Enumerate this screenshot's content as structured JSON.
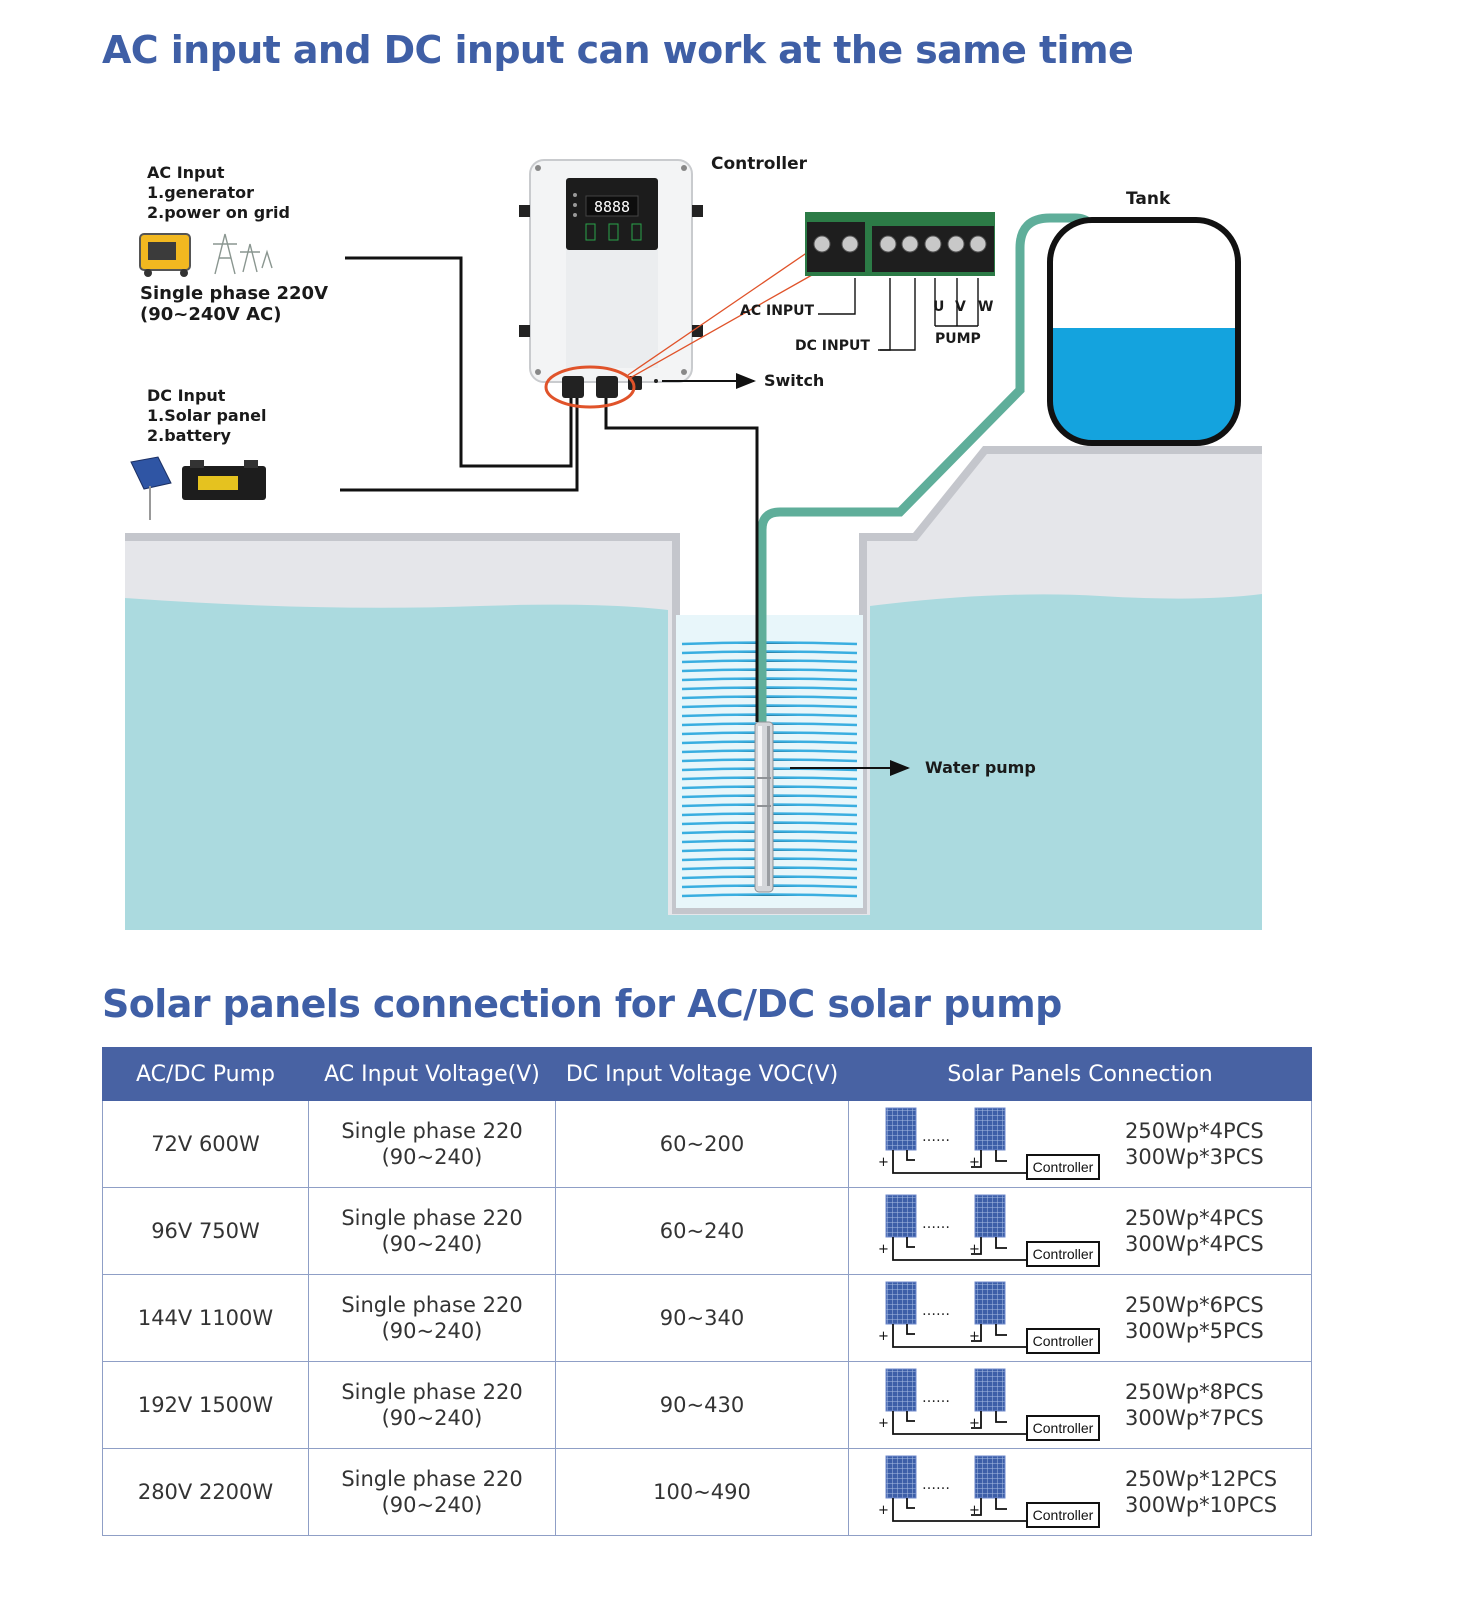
{
  "titles": {
    "top": "AC input and DC input can work at the same time",
    "table": "Solar panels connection for AC/DC solar pump"
  },
  "diagram": {
    "ac_input": {
      "heading": "AC Input",
      "item1": "1.generator",
      "item2": "2.power on grid",
      "spec_line1": "Single phase 220V",
      "spec_line2": "(90~240V AC)"
    },
    "dc_input": {
      "heading": "DC Input",
      "item1": "1.Solar panel",
      "item2": "2.battery"
    },
    "controller": "Controller",
    "display": "8888",
    "terminal_labels": {
      "ac": "AC INPUT",
      "dc": "DC INPUT",
      "u": "U",
      "v": "V",
      "w": "W",
      "pump": "PUMP"
    },
    "switch": "Switch",
    "tank": "Tank",
    "water_pump": "Water pump"
  },
  "table": {
    "headers": [
      "AC/DC Pump",
      "AC Input Voltage(V)",
      "DC Input Voltage VOC(V)",
      "Solar Panels Connection"
    ],
    "rows": [
      {
        "pump": "72V 600W",
        "ac_line1": "Single phase 220",
        "ac_line2": "(90~240)",
        "dc": "60~200",
        "cfg1": "250Wp*4PCS",
        "cfg2": "300Wp*3PCS"
      },
      {
        "pump": "96V 750W",
        "ac_line1": "Single phase 220",
        "ac_line2": "(90~240)",
        "dc": "60~240",
        "cfg1": "250Wp*4PCS",
        "cfg2": "300Wp*4PCS"
      },
      {
        "pump": "144V 1100W",
        "ac_line1": "Single phase 220",
        "ac_line2": "(90~240)",
        "dc": "90~340",
        "cfg1": "250Wp*6PCS",
        "cfg2": "300Wp*5PCS"
      },
      {
        "pump": "192V 1500W",
        "ac_line1": "Single phase 220",
        "ac_line2": "(90~240)",
        "dc": "90~430",
        "cfg1": "250Wp*8PCS",
        "cfg2": "300Wp*7PCS"
      },
      {
        "pump": "280V 2200W",
        "ac_line1": "Single phase 220",
        "ac_line2": "(90~240)",
        "dc": "100~490",
        "cfg1": "250Wp*12PCS",
        "cfg2": "300Wp*10PCS"
      }
    ],
    "mini_diagram": {
      "dots": "……",
      "plus": "+",
      "minus": "−",
      "controller": "Controller"
    }
  }
}
